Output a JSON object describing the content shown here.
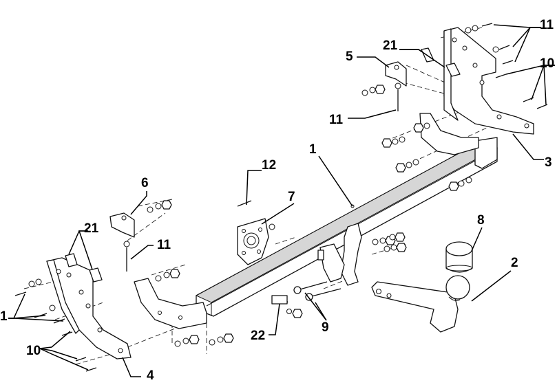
{
  "labels": {
    "tube": "1",
    "ball_neck": "2",
    "bracket_right": "3",
    "bracket_left": "4",
    "spacer_right": "5",
    "spacer_left": "6",
    "socket_plate": "7",
    "cap": "8",
    "bolts_center": "9",
    "bolts_left": "10",
    "bolts_right": "10",
    "bolts_right_top": "11",
    "bolt_spacer_right": "11",
    "bolt_spacer_left": "11",
    "bolts_left_outer": "1",
    "plate_bolt": "12",
    "clips_right": "21",
    "clips_left": "21",
    "spring": "22"
  }
}
